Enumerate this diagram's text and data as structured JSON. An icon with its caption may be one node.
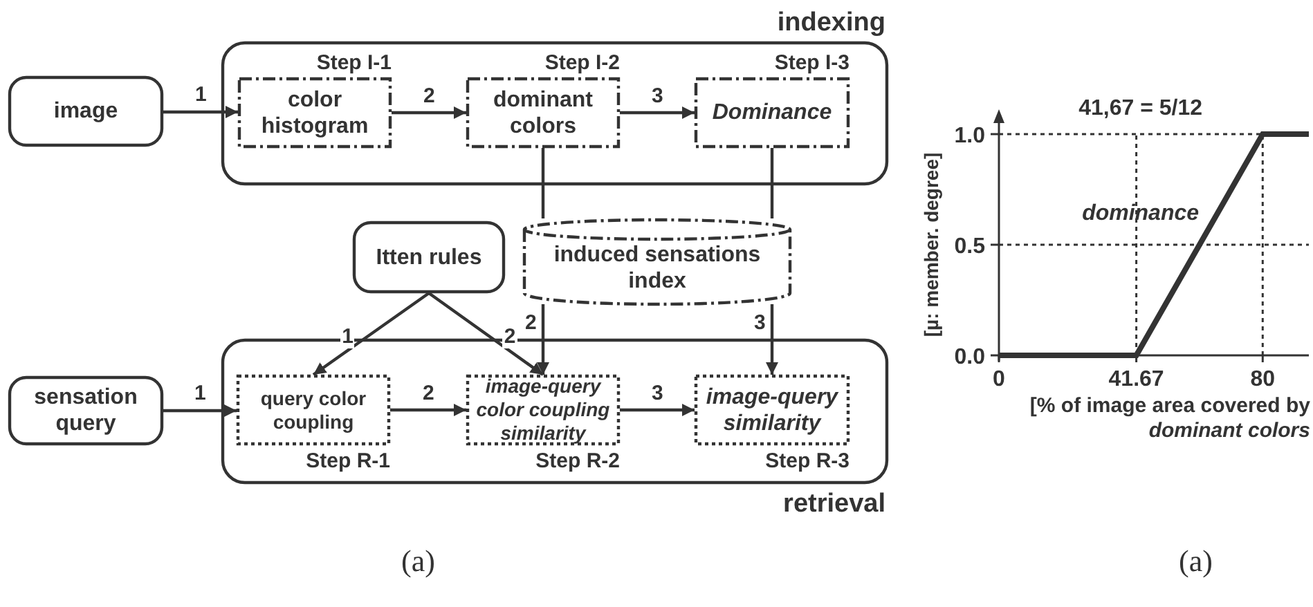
{
  "diagram": {
    "nodes": [
      {
        "text": [
          "indexing"
        ]
      },
      {
        "text": [
          "image"
        ]
      },
      {
        "text": [
          "color histogram"
        ],
        "in": 0,
        "beside": [
          "Step I-1"
        ]
      },
      {
        "text": [
          "dominant colors"
        ],
        "in": 0,
        "beside": [
          "Step I-2"
        ]
      },
      {
        "text": [
          "Dominance"
        ],
        "in": 0,
        "beside": [
          "Step I-3"
        ]
      },
      {
        "text": [
          "Itten rules"
        ]
      },
      {
        "text": [
          "induced sensations index"
        ]
      },
      {
        "text": [
          "retrieval"
        ]
      },
      {
        "text": [
          "sensation query"
        ]
      },
      {
        "text": [
          "query color coupling"
        ],
        "in": 7,
        "beside": [
          "Step R-1"
        ]
      },
      {
        "text": [
          "image-query color coupling similarity"
        ],
        "in": 7,
        "beside": [
          "Step R-2"
        ]
      },
      {
        "text": [
          "image-query similarity"
        ],
        "in": 7,
        "beside": [
          "Step R-3"
        ]
      }
    ],
    "edges": [
      {
        "from": 1,
        "to": 2,
        "arrow": "to",
        "label": "1"
      },
      {
        "from": 2,
        "to": 3,
        "arrow": "to",
        "label": "2"
      },
      {
        "from": 3,
        "to": 4,
        "arrow": "to",
        "label": "3"
      },
      {
        "from": 3,
        "to": 6,
        "arrow": "none"
      },
      {
        "from": 4,
        "to": 6,
        "arrow": "none"
      },
      {
        "from": 5,
        "to": 9,
        "arrow": "to",
        "label": "1"
      },
      {
        "from": 5,
        "to": 10,
        "arrow": "to",
        "label": "2"
      },
      {
        "from": 6,
        "to": 10,
        "arrow": "to",
        "label": "2"
      },
      {
        "from": 6,
        "to": 11,
        "arrow": "to",
        "label": "3"
      },
      {
        "from": 8,
        "to": 9,
        "arrow": "to",
        "label": "1"
      },
      {
        "from": 9,
        "to": 10,
        "arrow": "to",
        "label": "2"
      },
      {
        "from": 10,
        "to": 11,
        "arrow": "to",
        "label": "3"
      }
    ],
    "labels": [
      "(a)",
      "(a)"
    ],
    "chart_data": {
      "type": "line",
      "xlabel": "[% of image area covered by *dominant colors*",
      "ylabel": "[µ: member. degree]",
      "x": [
        0,
        41.67,
        80,
        94
      ],
      "series": [
        {
          "color": "#333333",
          "values": [
            0,
            0,
            1,
            1
          ]
        }
      ],
      "xlim": [
        0,
        94
      ],
      "ylim": [
        0,
        1
      ],
      "grid": true,
      "xticks": [
        0,
        41.67,
        80
      ],
      "yticks": [
        {
          "value": 0,
          "label": "0.0"
        },
        {
          "value": 0.5,
          "label": "0.5"
        },
        {
          "value": 1,
          "label": "1.0"
        }
      ],
      "annotations": [
        "41,67 = 5/12",
        "dominance"
      ]
    }
  }
}
